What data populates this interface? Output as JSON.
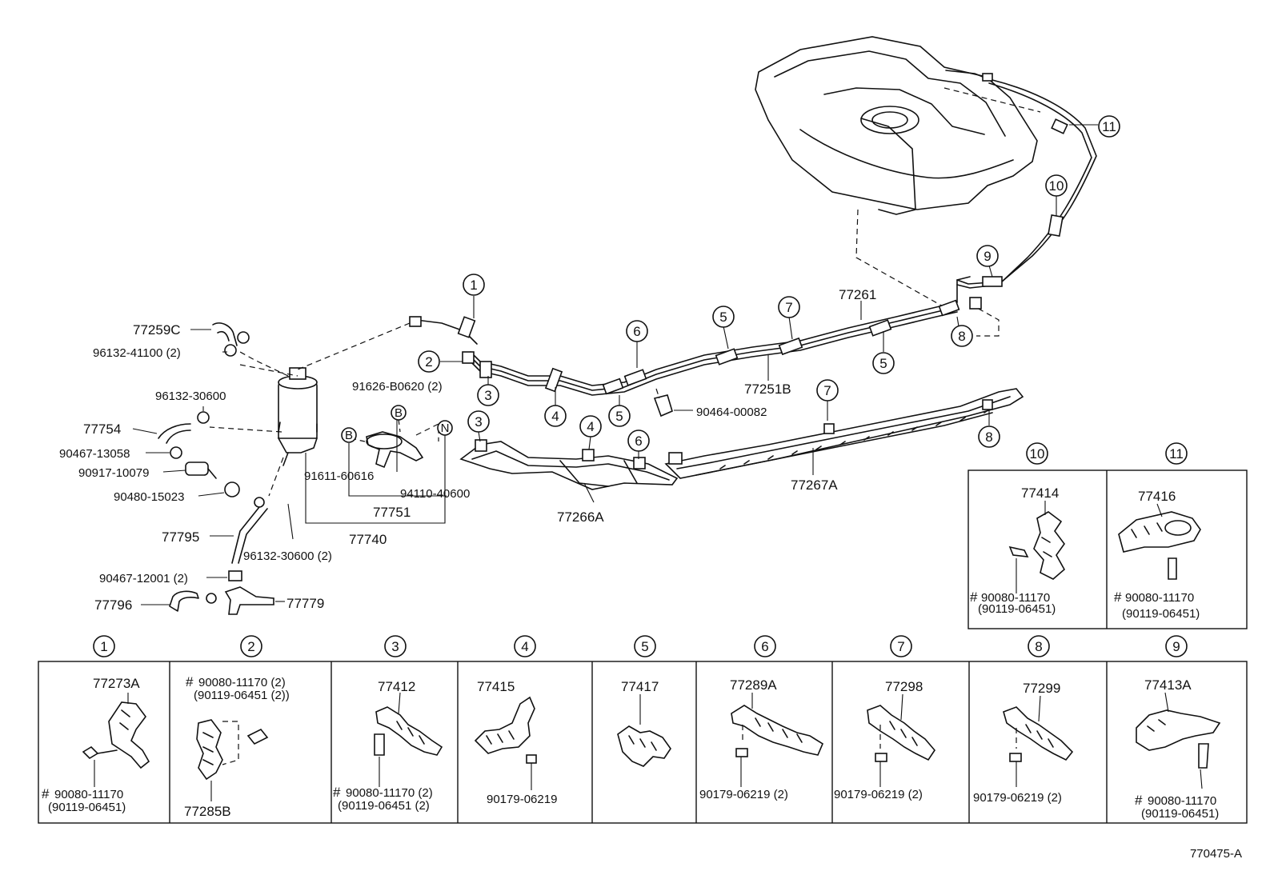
{
  "diagram_code": "770475-A",
  "callouts": [
    "1",
    "2",
    "3",
    "4",
    "5",
    "6",
    "7",
    "8",
    "9",
    "10",
    "11"
  ],
  "main_labels": {
    "p77259c": "77259C",
    "p96132_41100": "96132-41100 (2)",
    "p96132_30600a": "96132-30600",
    "p77754": "77754",
    "p90467_13058": "90467-13058",
    "p90917_10079": "90917-10079",
    "p90480_15023": "90480-15023",
    "p77795": "77795",
    "p96132_30600b": "96132-30600 (2)",
    "p90467_12001": "90467-12001 (2)",
    "p77796": "77796",
    "p77779": "77779",
    "p91626": "91626-B0620 (2)",
    "p91611": "91611-60616",
    "p94110": "94110-40600",
    "p77751": "77751",
    "p77740": "77740",
    "p77266a": "77266A",
    "p77267a": "77267A",
    "p77251b": "77251B",
    "p77261": "77261",
    "p90464": "90464-00082",
    "mark_b": "B",
    "mark_n": "N"
  },
  "detail_boxes": [
    {
      "num": "1",
      "part": "77273A",
      "hash": "#",
      "f1": "90080-11170",
      "f2": "(90119-06451)"
    },
    {
      "num": "2",
      "hash": "#",
      "f1": "90080-11170 (2)",
      "f2": "(90119-06451 (2))",
      "part": "77285B"
    },
    {
      "num": "3",
      "part": "77412",
      "hash": "#",
      "f1": "90080-11170 (2)",
      "f2": "(90119-06451 (2)"
    },
    {
      "num": "4",
      "part": "77415",
      "f1": "90179-06219"
    },
    {
      "num": "5",
      "part": "77417"
    },
    {
      "num": "6",
      "part": "77289A",
      "f1": "90179-06219 (2)"
    },
    {
      "num": "7",
      "part": "77298",
      "f1": "90179-06219 (2)"
    },
    {
      "num": "8",
      "part": "77299",
      "f1": "90179-06219 (2)"
    },
    {
      "num": "9",
      "part": "77413A",
      "hash": "#",
      "f1": "90080-11170",
      "f2": "(90119-06451)"
    },
    {
      "num": "10",
      "part": "77414",
      "hash": "#",
      "f1": "90080-11170",
      "f2": "(90119-06451)"
    },
    {
      "num": "11",
      "part": "77416",
      "hash": "#",
      "f1": "90080-11170",
      "f2": "(90119-06451)"
    }
  ]
}
